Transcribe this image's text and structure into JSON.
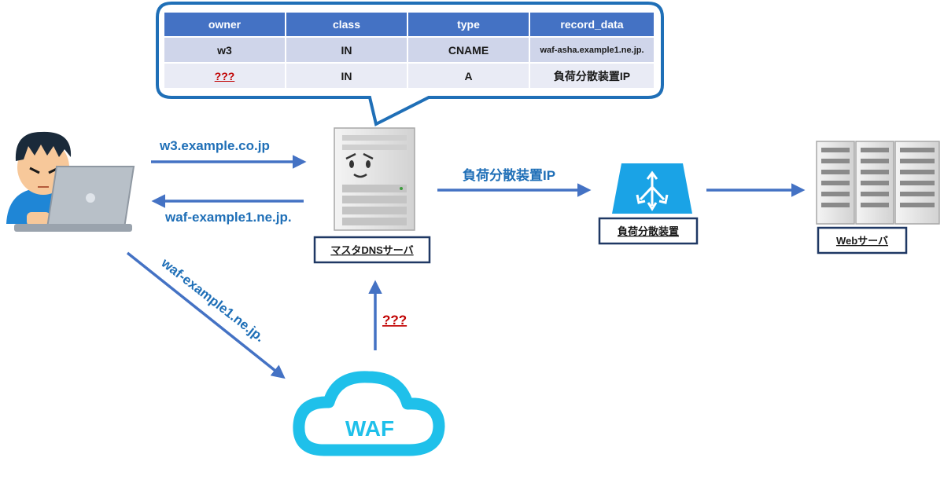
{
  "dns_table": {
    "headers": [
      "owner",
      "class",
      "type",
      "record_data"
    ],
    "rows": [
      [
        "w3",
        "IN",
        "CNAME",
        "waf-asha.example1.ne.jp."
      ],
      [
        "???",
        "IN",
        "A",
        "負荷分散装置IP"
      ]
    ]
  },
  "arrows": {
    "query": "w3.example.co.jp",
    "reply": "waf-example1.ne.jp.",
    "to_waf": "waf-example1.ne.jp.",
    "to_lb": "負荷分散装置IP",
    "waf_to_dns": "???"
  },
  "nodes": {
    "dns_server": "マスタDNSサーバ",
    "load_balancer": "負荷分散装置",
    "web_server": "Webサーバ",
    "waf": "WAF"
  }
}
